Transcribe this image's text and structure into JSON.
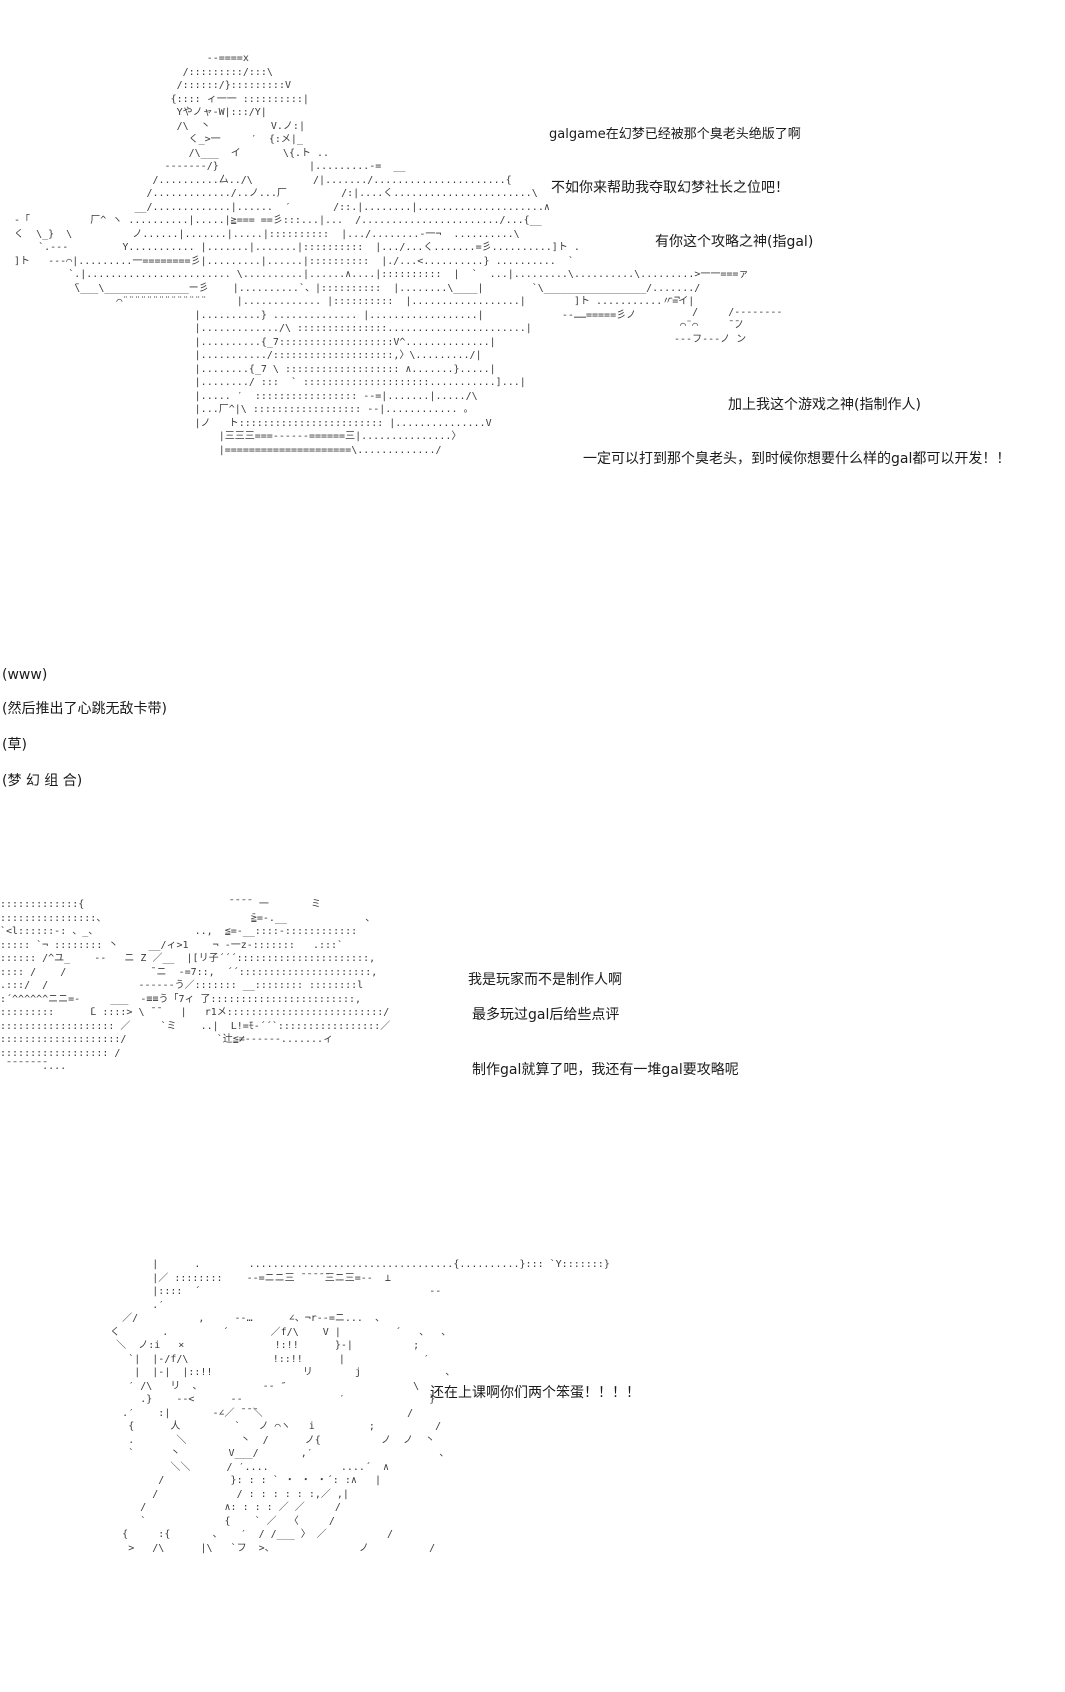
{
  "scene1": {
    "art": "                                  --====x\n                              /:::::::::/:::\\\n                             /::::::/}:::::::::V\n                            {:::: ィ一一 ::::::::::|\n                             Yやノャ-W|:::/Y|\n                             /\\  丶          V.ノ:|\n                               く_>一     ′  {:メ|_\n                               /\\___  イ       \\{.ト ..\n                           -------/}               |.........-=  __\n                         /..........厶../\\          /|......./......................{\n                        /............./..ノ...厂         /:|....く.......................\\\n                      __/.............|......  ′       /::.|........|.....................∧\n  -「          厂^ ヽ ..........|.....|≧=== ==彡:::...|...  /......................./...{__\n  く  \\_}  \\          ノ......|.......|.....|::::::::::  |.../........-一¬  ..........\\\n      `.---         Y........... |.......|.......|::::::::::  |.../...く.......=彡..........]ト .\n  ]ト   ---⌒|.........一========彡|.........|......|::::::::::  |./...<..........} ..........  `\n           `.|........................ \\..........|......∧....|::::::::::  |  `  ...|.........\\..........\\.........>一一===ァ\n            ̄\\___\\______________ー彡    |..........`、|::::::::::  |........\\____|        `\\_________________/......./\n                   ⌒¨¨¨¨¨¨¨¨¨¨¨¨¨¨     |............. |::::::::::  |..................|        ]ト ...........〃=イ|\n                                |..........} .............. |..................|             --……=====彡ノ\n                                |............./\\ :::::::::::::::.......................|\n                                |..........{_7:::::::::::::::::::V^..............|\n                                |.........../::::::::::::::::::::,〉\\........./|\n                                |........{_7 \\ ::::::::::::::::::: ∧.......}.....|\n                                |......../ :::  ` :::::::::::::::::::::...........]...|\n                                |..... ′  ::::::::::::::::: --=|.......|...../\\\n                                |...厂^|\\ :::::::::::::::::: --|............ 。\n                                |ノ   ト:::::::::::::::::::::::: |...............V\n                                    |三三三===------======三|...............〉\n                                    |=====================\\............./",
    "lines": [
      "galgame在幻梦已经被那个臭老头绝版了啊",
      "不如你来帮助我夺取幻梦社长之位吧！",
      "有你这个攻略之神(指gal)",
      "加上我这个游戏之神(指制作人)",
      "一定可以打到那个臭老头，到时候你想要什么样的gal都可以开发！！"
    ],
    "aside": "-¬\n    /     /--------\n  ⌒¨⌒     ̄ ̄ノ\n ---フ---ノ ン"
  },
  "reactions": [
    "(www)",
    "(然后推出了心跳无敌卡带)",
    "(草)",
    "(梦 幻 组 合)"
  ],
  "scene2": {
    "art": ":::::::::::::{                        ̄ ̄ ̄ ̄  一       ミ\n::::::::::::::::、                        ̄≧=-.__             、\n`<l::::::-: 、_、                ..,  ≦=-__::::-::::::::::::\n::::: `¬ :::::::: 丶     __/ィ>1    ¬ -一z-:::::::   .:::`\n:::::: /^ユ_    --   ニ Z ／__  |[リ子´´´::::::::::::::::::::::,\n:::: /    /              ̄ ニ  -=7::,  ´´::::::::::::::::::::::,\n.:::/  /               ------う／::::::: __:::::::: ::::::::l\n:´^^^^^^ニニ=-     ___  -≡≡う「7ィ 了::::::::::::::::::::::::,\n:::::::::      ̄L ::::> \\ ̄ ̄    |   r1メ::::::::::::::::::::::::::/\n::::::::::::::::::: ／     `ミ    ..|  L!=ﾓ-´´`:::::::::::::::::／\n::::::::::::::::::::/               `辻≦≠------.......ィ\n:::::::::::::::::: /\n ̄ ̄ ̄ ̄ ̄ ̄ ̄....",
    "lines": [
      "我是玩家而不是制作人啊",
      "最多玩过gal后给些点评",
      "制作gal就算了吧，我还有一堆gal要攻略呢"
    ]
  },
  "scene3": {
    "art": "              |      .        ..................................{..........}::: `Y:::::::}\n              |／ ::::::::    --=ニニ三 ̄ ̄ ̄ ̄ ̄三ニ三=--  ⊥\n              |::::  ´                                      --\n              .′\n         ／/          ,     --…      ∠、¬r--=ニ...  、\n       く       .         ´       ／f/\\    V |         ´   、  、\n        ＼  ノ:i   ×               !:!!      }-|          ;\n          `|  |-/f/\\              !::!!      |             ′\n           |  |-|  |::!!               リ       j              、\n          ′ /\\   リ  、          -- ″                     \\\n            .}    --<      --                ′              }\n         .′    :|       -∠／ ̄ ̄ ̄＼                        /\n          {      人         `   ノ ⌒ヽ   i         ;          /\n          .       ＼         丶  /      ノ{          ノ  ノ  丶\n          `      丶        V___/       ,′                     、\n                 ＼＼      / ′....            ....´  ∧\n               /           }: : : ` ・ ・ ・´: :∧   |\n              /             / : : : : : :,／ ,|\n            /             ∧: : : : ／ ／     /\n            `             {    ` ／  〈     /\n         {     :{       、   ′  / /___ 〉 ／          /\n          >   /\\      |\\   `フ  >、              ノ          /",
    "line": "还在上课啊你们两个笨蛋！！！！"
  }
}
